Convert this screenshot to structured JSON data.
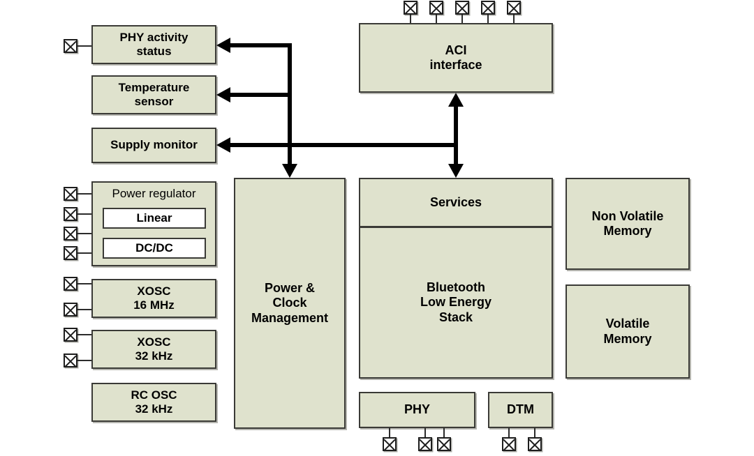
{
  "diagram": {
    "title": "Bluetooth Low Energy SoC block diagram",
    "fill_color": "#dfe2cd",
    "stroke_color": "#3a3a36",
    "bus_color": "#000000",
    "white_fill": "#ffffff"
  },
  "blocks": {
    "phy_activity_status": {
      "label": "PHY activity\nstatus"
    },
    "temperature_sensor": {
      "label": "Temperature\nsensor"
    },
    "supply_monitor": {
      "label": "Supply monitor"
    },
    "power_regulator": {
      "label": "Power regulator"
    },
    "linear": {
      "label": "Linear"
    },
    "dcdc": {
      "label": "DC/DC"
    },
    "xosc_16mhz": {
      "label": "XOSC\n16 MHz"
    },
    "xosc_32khz": {
      "label": "XOSC\n32 kHz"
    },
    "rc_osc_32khz": {
      "label": "RC OSC\n32 kHz"
    },
    "power_clock_mgmt": {
      "label": "Power &\nClock\nManagement"
    },
    "aci_interface": {
      "label": "ACI\ninterface"
    },
    "services": {
      "label": "Services"
    },
    "ble_stack": {
      "label": "Bluetooth\nLow Energy\nStack"
    },
    "phy": {
      "label": "PHY"
    },
    "dtm": {
      "label": "DTM"
    },
    "non_volatile_memory": {
      "label": "Non Volatile\nMemory"
    },
    "volatile_memory": {
      "label": "Volatile\nMemory"
    }
  },
  "pins": {
    "icon": "pin-pad-icon",
    "groups": [
      {
        "name": "phy-activity-status-pin",
        "count": 1,
        "side": "left"
      },
      {
        "name": "power-regulator-pins",
        "count": 4,
        "side": "left"
      },
      {
        "name": "xosc-16mhz-pins",
        "count": 2,
        "side": "left"
      },
      {
        "name": "xosc-32khz-pins",
        "count": 2,
        "side": "left"
      },
      {
        "name": "aci-interface-pins",
        "count": 5,
        "side": "top"
      },
      {
        "name": "phy-pins",
        "count": 3,
        "side": "bottom"
      },
      {
        "name": "dtm-pins",
        "count": 2,
        "side": "bottom"
      }
    ],
    "total": 19
  },
  "connections": [
    {
      "name": "pcm-to-phy-activity-status",
      "from": "Power & Clock Management bus",
      "to": "PHY activity status",
      "arrow": "left"
    },
    {
      "name": "pcm-to-temperature-sensor",
      "from": "Power & Clock Management bus",
      "to": "Temperature sensor",
      "arrow": "left"
    },
    {
      "name": "pcm-to-supply-monitor",
      "from": "Power & Clock Management bus",
      "to": "Supply monitor",
      "arrow": "left"
    },
    {
      "name": "bus-to-power-clock-mgmt",
      "from": "shared bus",
      "to": "Power & Clock Management",
      "arrow": "down"
    },
    {
      "name": "aci-to-services",
      "from": "ACI interface",
      "to": "Services",
      "arrow": "bidirectional"
    }
  ]
}
